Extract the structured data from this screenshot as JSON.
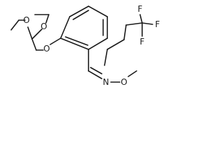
{
  "atoms": {
    "o_ring_top_left": "O",
    "o_ring_top_right": "O",
    "o_ether": "O",
    "n_oxime": "N",
    "o_oxime": "O",
    "f_top": "F",
    "f_right": "F",
    "f_bottom": "F"
  }
}
